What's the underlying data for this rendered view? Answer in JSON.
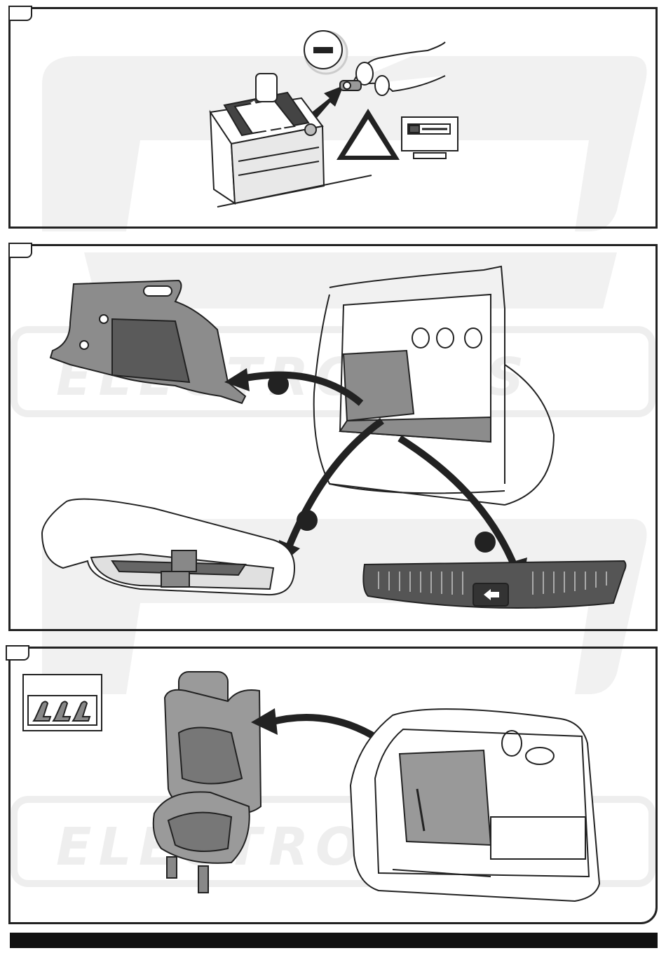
{
  "watermark": {
    "brand_text": "ELECTRONICS"
  },
  "steps": [
    {
      "id": "step-1",
      "label": ""
    },
    {
      "id": "step-2",
      "label": ""
    },
    {
      "id": "step-3",
      "label": ""
    }
  ],
  "icons": {
    "negative_symbol": "minus-icon",
    "warning": "warning-triangle-icon",
    "radio": "car-radio-icon",
    "seat_count": "seat-group-icon"
  },
  "colors": {
    "outline": "#222222",
    "fill_gray": "#9a9a9a",
    "fill_dark": "#555555",
    "watermark": "#eeeeee",
    "footer": "#111111"
  }
}
